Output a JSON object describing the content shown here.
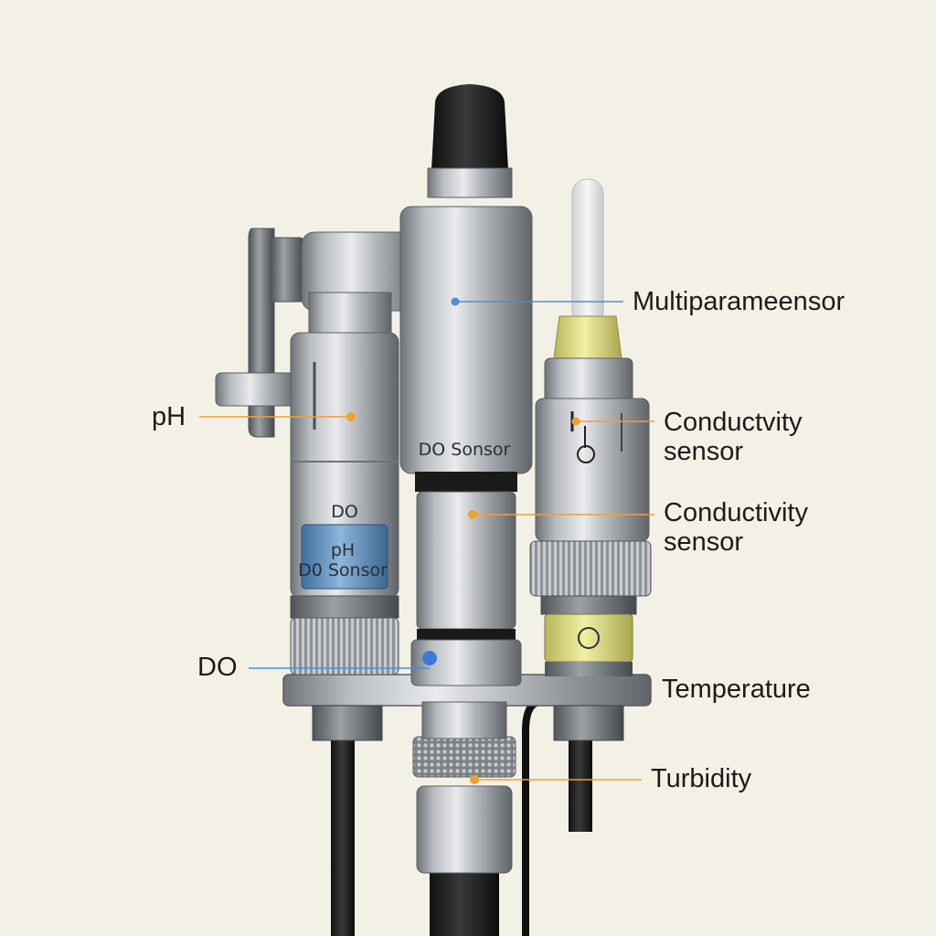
{
  "callouts": {
    "multiparameter": "Multiparameensor",
    "ph": "pH",
    "conductivity_upper_line1": "Conductvity",
    "conductivity_upper_line2": "sensor",
    "conductivity_lower_line1": "Conductivity",
    "conductivity_lower_line2": "sensor",
    "do": "DO",
    "temperature": "Temperature",
    "turbidity": "Turbidity"
  },
  "body_labels": {
    "center_do_sensor": "DO Sonsor",
    "left_do": "DO",
    "left_window_line1": "pH",
    "left_window_line2": "D0 Sonsor"
  },
  "colors": {
    "background": "#f3f1e6",
    "leader_blue": "#4a8fd8",
    "leader_orange": "#f0a030",
    "steel": "#a9adb2",
    "window_blue": "#6f9cc8",
    "electrolyte_yellow": "#e6e48a"
  }
}
